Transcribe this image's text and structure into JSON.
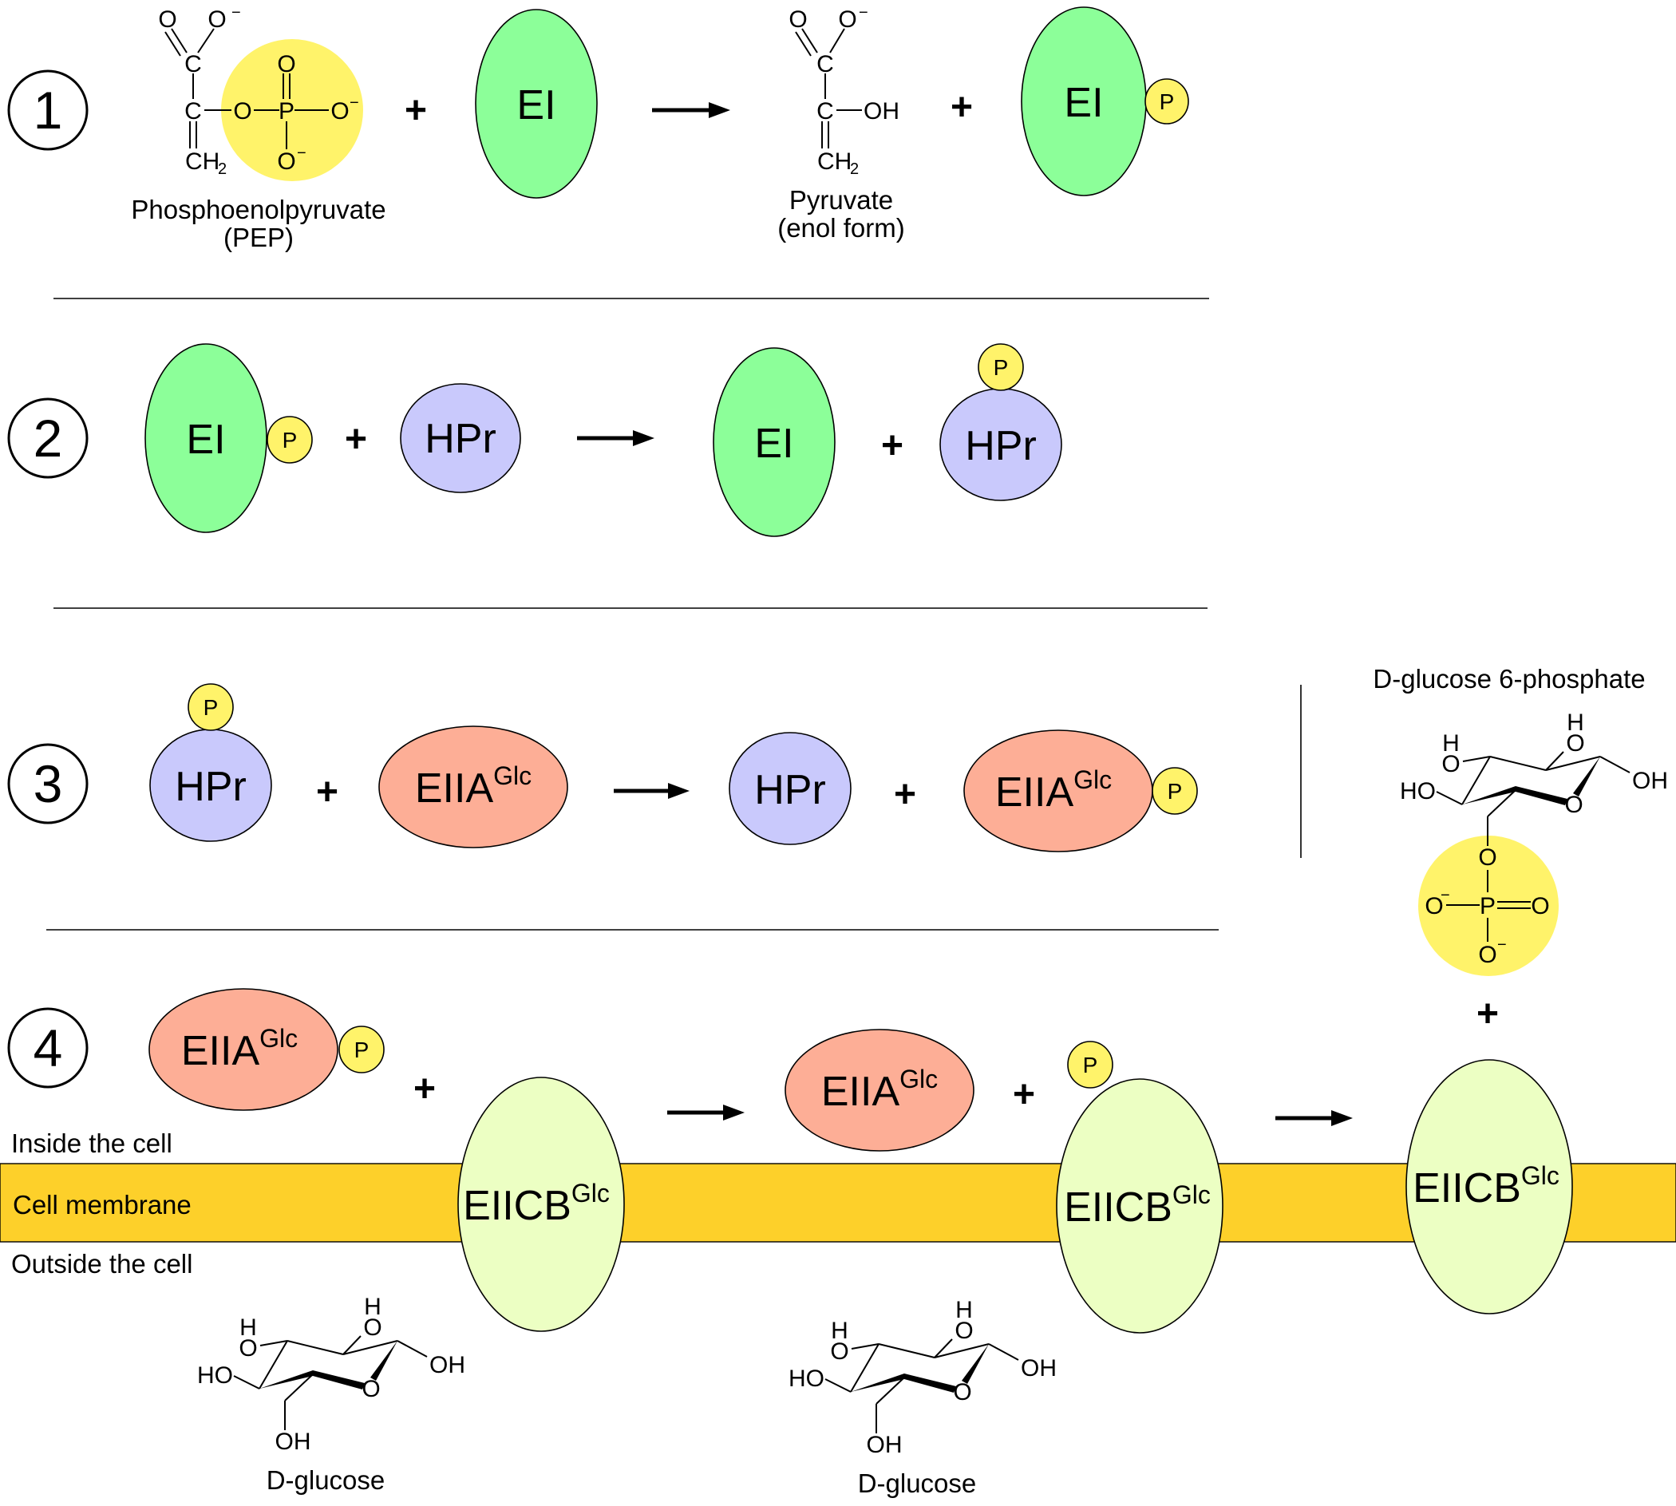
{
  "title": "Phosphotransferase system (PTS) glucose uptake",
  "colors": {
    "EI": "#8cff99",
    "HPr": "#c9c9fc",
    "EIIA": "#fdae96",
    "EIICB": "#ecffc3",
    "phosphate": "#fff36a",
    "membrane": "#fdd02a"
  },
  "steps": [
    {
      "number": "1"
    },
    {
      "number": "2"
    },
    {
      "number": "3"
    },
    {
      "number": "4"
    }
  ],
  "symbols": {
    "plus": "+",
    "phosphate": "P"
  },
  "enzymes": {
    "EI": "EI",
    "HPr": "HPr",
    "EIIA": "EIIA",
    "EIIA_sup": "Glc",
    "EIICB": "EIICB",
    "EIICB_sup": "Glc"
  },
  "step1": {
    "pep_name": "Phosphoenolpyruvate",
    "pep_abbrev": "(PEP)",
    "pyruvate_name": "Pyruvate",
    "pyruvate_form": "(enol form)",
    "atoms": {
      "O": "O",
      "O_minus": "O",
      "minus": "−",
      "C": "C",
      "P": "P",
      "CH": "CH",
      "sub2": "2",
      "OH": "OH"
    }
  },
  "step4": {
    "inside": "Inside the cell",
    "membrane": "Cell membrane",
    "outside": "Outside the cell",
    "glucose_name": "D-glucose",
    "g6p_name": "D-glucose 6-phosphate",
    "atoms": {
      "HO": "HO",
      "OH": "OH",
      "O": "O",
      "H": "H",
      "P": "P",
      "minus": "−"
    }
  }
}
